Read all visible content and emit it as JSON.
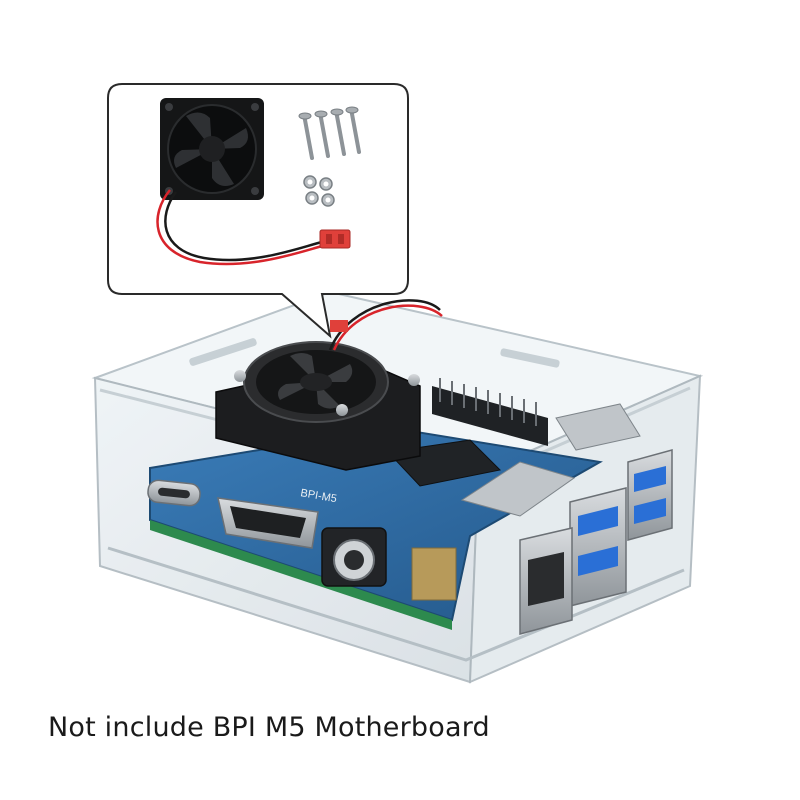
{
  "caption": "Not include BPI M5 Motherboard",
  "board_silkscreen": "BPI-M5",
  "colors": {
    "background": "#ffffff",
    "pcb": "#2f6fa8",
    "fan": "#1a1a1a",
    "usb_blue": "#2a6fd6",
    "wire_red": "#d8242b",
    "connector_red": "#e0403a"
  },
  "icons": {
    "fan": "cooling-fan",
    "screws": "screws",
    "nuts": "nuts",
    "callout": "speech-bubble"
  }
}
